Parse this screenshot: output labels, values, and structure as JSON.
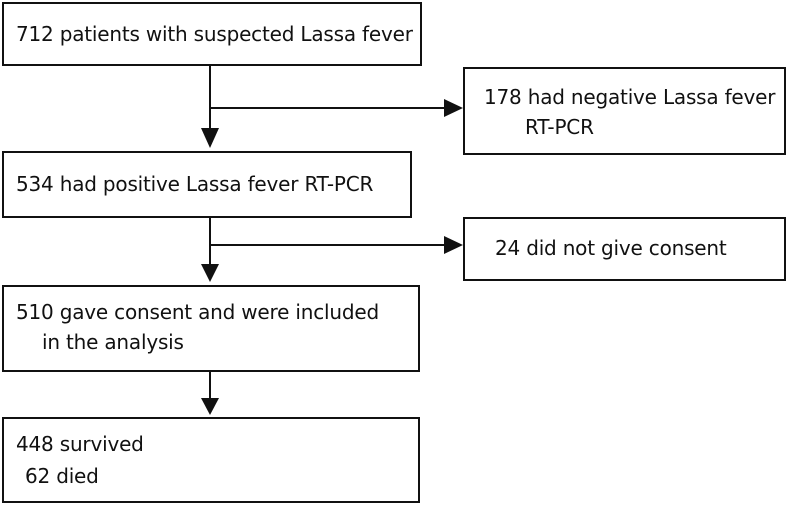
{
  "flowchart": {
    "total": {
      "line1": "712 patients with suspected Lassa fever"
    },
    "excluded_negative": {
      "line1": "178 had negative Lassa fever",
      "line2": "RT-PCR"
    },
    "positive": {
      "line1": "534 had positive Lassa fever RT-PCR"
    },
    "excluded_consent": {
      "line1": "24 did not give consent"
    },
    "included": {
      "line1": "510 gave consent and were included",
      "line2": "in the analysis"
    },
    "outcome": {
      "line1": "448 survived",
      "line2": "62 died"
    }
  }
}
